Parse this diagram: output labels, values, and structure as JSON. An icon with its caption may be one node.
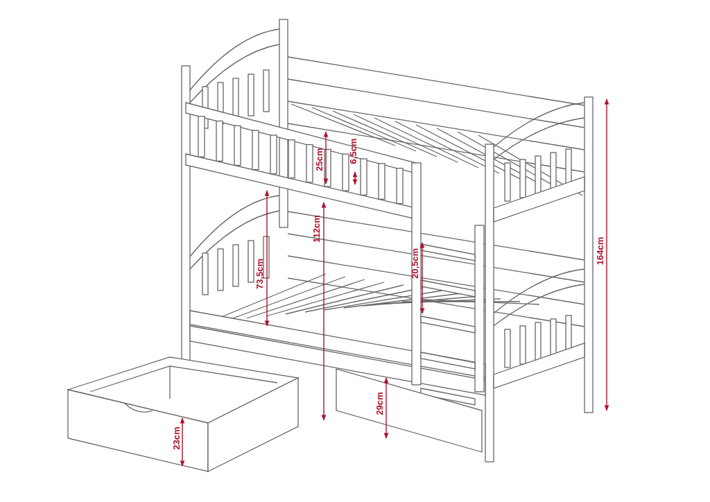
{
  "diagram": {
    "labels": [
      "25cm",
      "6,5cm",
      "112cm",
      "73,5cm",
      "20,5cm",
      "164cm",
      "29cm",
      "23cm"
    ]
  }
}
